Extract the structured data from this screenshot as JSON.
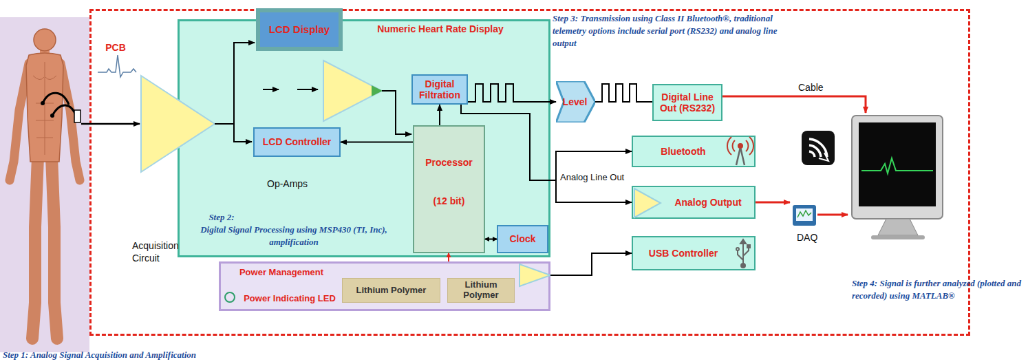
{
  "diagram": {
    "nodes": [
      {
        "text": [
          "PCB"
        ]
      },
      {
        "text": [
          "Numeric Heart Rate Display",
          "Step 2:",
          "Digital Signal Processing using MSP430 (TI, Inc), amplification"
        ],
        "in": 0
      },
      {
        "text": [
          "LCD Display"
        ],
        "in": 1
      },
      {
        "text": [
          "Digital Filtration"
        ],
        "in": 1
      },
      {
        "text": [
          "LCD Controller"
        ],
        "in": 1
      },
      {
        "text": [
          "Processor",
          "(12 bit)"
        ],
        "in": 1
      },
      {
        "text": [
          "Clock"
        ],
        "in": 1
      },
      {
        "text": [
          "Power Management",
          "Power Indicating LED"
        ],
        "in": 0
      },
      {
        "text": [
          "Lithium Polymer"
        ],
        "in": 7
      },
      {
        "text": [
          "Lithium Polymer"
        ],
        "in": 7
      },
      {
        "text": [
          "Level"
        ],
        "in": 0
      },
      {
        "text": [
          "Digital Line Out (RS232)"
        ],
        "in": 0
      },
      {
        "text": [
          "Bluetooth"
        ],
        "in": 0
      },
      {
        "text": [
          "Analog Output"
        ],
        "in": 0
      },
      {
        "text": [
          "USB Controller"
        ],
        "in": 0
      }
    ],
    "edges": [
      {
        "from": 5,
        "to": 4,
        "arrow": "to"
      },
      {
        "from": 5,
        "to": 3,
        "arrow": "to"
      },
      {
        "from": 6,
        "to": 5,
        "arrow": "both"
      },
      {
        "from": 3,
        "to": 10,
        "arrow": "to"
      },
      {
        "from": 3,
        "to": 12,
        "arrow": "to"
      },
      {
        "from": 3,
        "to": 13,
        "arrow": "to"
      },
      {
        "from": 10,
        "to": 11,
        "arrow": "none"
      },
      {
        "from": 7,
        "to": 14,
        "arrow": "to"
      },
      {
        "from": 7,
        "to": 5,
        "arrow": "to"
      }
    ],
    "labels": [
      "Step 3: Transmission using Class II Bluetooth®, traditional telemetry options include serial port (RS232) and analog line output",
      "Cable",
      "Op-Amps",
      "Acquisition Circuit",
      "Analog Line Out",
      "DAQ",
      "Step 4: Signal is further analyzed (plotted and recorded) using MATLAB®",
      "Step 1: Analog Signal Acquisition and Amplification"
    ]
  }
}
